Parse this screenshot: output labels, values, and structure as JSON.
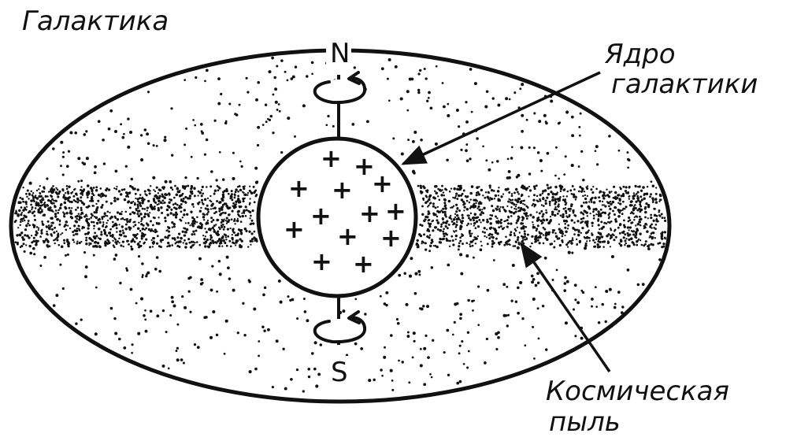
{
  "labels": {
    "galaxy": "Галактика",
    "core_line1": "Ядро",
    "core_line2": "галактики",
    "dust_line1": "Космическая",
    "dust_line2": "пыль",
    "north": "N",
    "south": "S"
  },
  "core_symbol": "+",
  "colors": {
    "ink": "#111111",
    "background": "#ffffff"
  }
}
